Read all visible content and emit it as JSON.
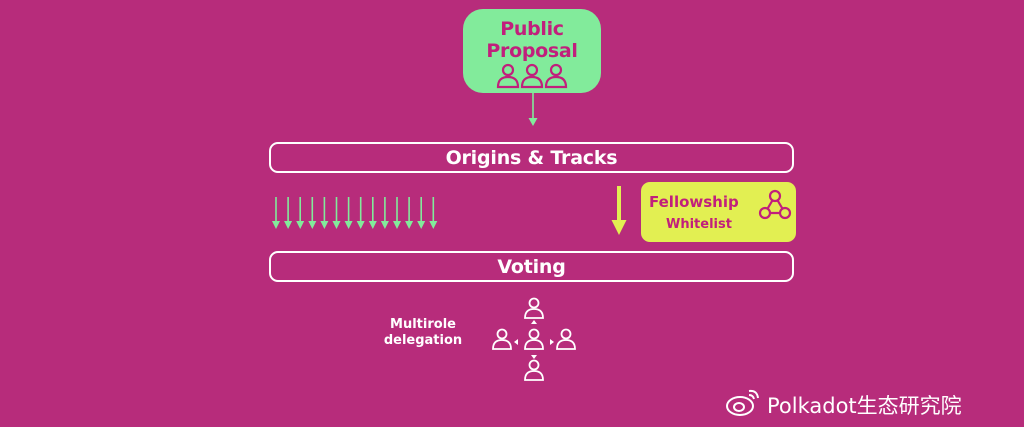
{
  "proposal": {
    "line1": "Public",
    "line2": "Proposal",
    "icon": "people-icon"
  },
  "origins": {
    "label": "Origins & Tracks"
  },
  "voting": {
    "label": "Voting"
  },
  "fellowship": {
    "title": "Fellowship",
    "subtitle": "Whitelist",
    "icon": "network-triangle-icon"
  },
  "delegation": {
    "line1": "Multirole",
    "line2": "delegation",
    "icon": "delegation-people-icon"
  },
  "tracks_arrow_count": 14,
  "watermark": {
    "text": "Polkadot生态研究院",
    "icon": "weibo-icon"
  },
  "colors": {
    "background": "#b72c7b",
    "green": "#82eb9b",
    "yellow": "#e2ef52",
    "magenta_text": "#c11f7c",
    "white": "#ffffff"
  }
}
